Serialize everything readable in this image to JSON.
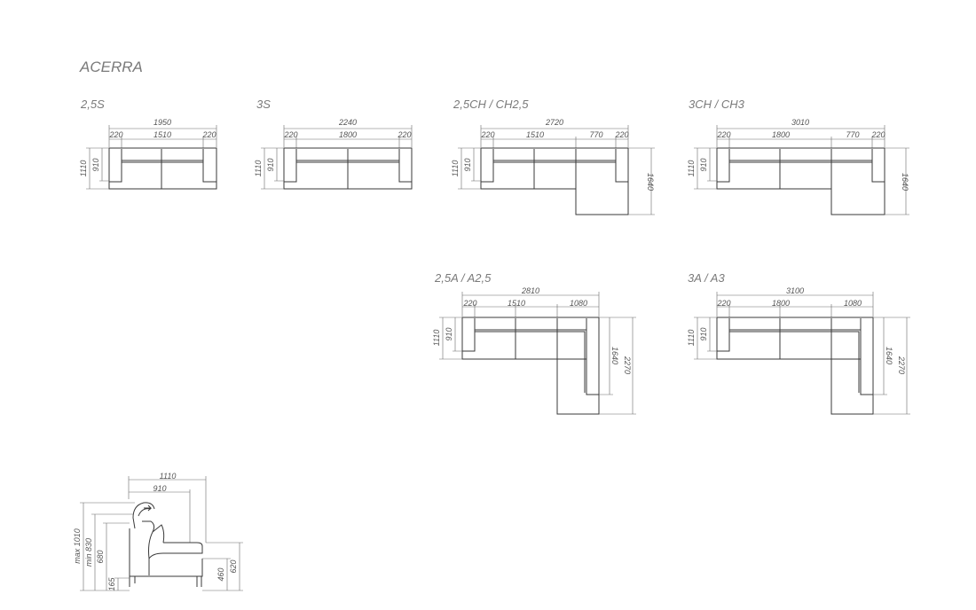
{
  "title": "ACERRA",
  "models": {
    "s25": {
      "label": "2,5S",
      "total": "1950",
      "arm_l": "220",
      "seat": "1510",
      "arm_r": "220",
      "depth": "1110",
      "seat_depth": "910"
    },
    "s3": {
      "label": "3S",
      "total": "2240",
      "arm_l": "220",
      "seat": "1800",
      "arm_r": "220",
      "depth": "1110",
      "seat_depth": "910"
    },
    "ch25": {
      "label": "2,5CH / CH2,5",
      "total": "2720",
      "arm_l": "220",
      "seat": "1510",
      "chaise": "770",
      "arm_r": "220",
      "depth": "1110",
      "seat_depth": "910",
      "chaise_depth": "1640"
    },
    "ch3": {
      "label": "3CH / CH3",
      "total": "3010",
      "arm_l": "220",
      "seat": "1800",
      "chaise": "770",
      "arm_r": "220",
      "depth": "1110",
      "seat_depth": "910",
      "chaise_depth": "1640"
    },
    "a25": {
      "label": "2,5A / A2,5",
      "total": "2810",
      "arm_l": "220",
      "seat": "1510",
      "corner": "1080",
      "depth": "1110",
      "seat_depth": "910",
      "inner_depth": "1640",
      "outer_depth": "2270"
    },
    "a3": {
      "label": "3A / A3",
      "total": "3100",
      "arm_l": "220",
      "seat": "1800",
      "corner": "1080",
      "depth": "1110",
      "seat_depth": "910",
      "inner_depth": "1640",
      "outer_depth": "2270"
    }
  },
  "side": {
    "depth": "1110",
    "seat_depth": "910",
    "max_height": "max 1010",
    "min_height": "min 830",
    "back_height": "680",
    "leg_height": "165",
    "seat_height": "460",
    "arm_height": "620"
  }
}
